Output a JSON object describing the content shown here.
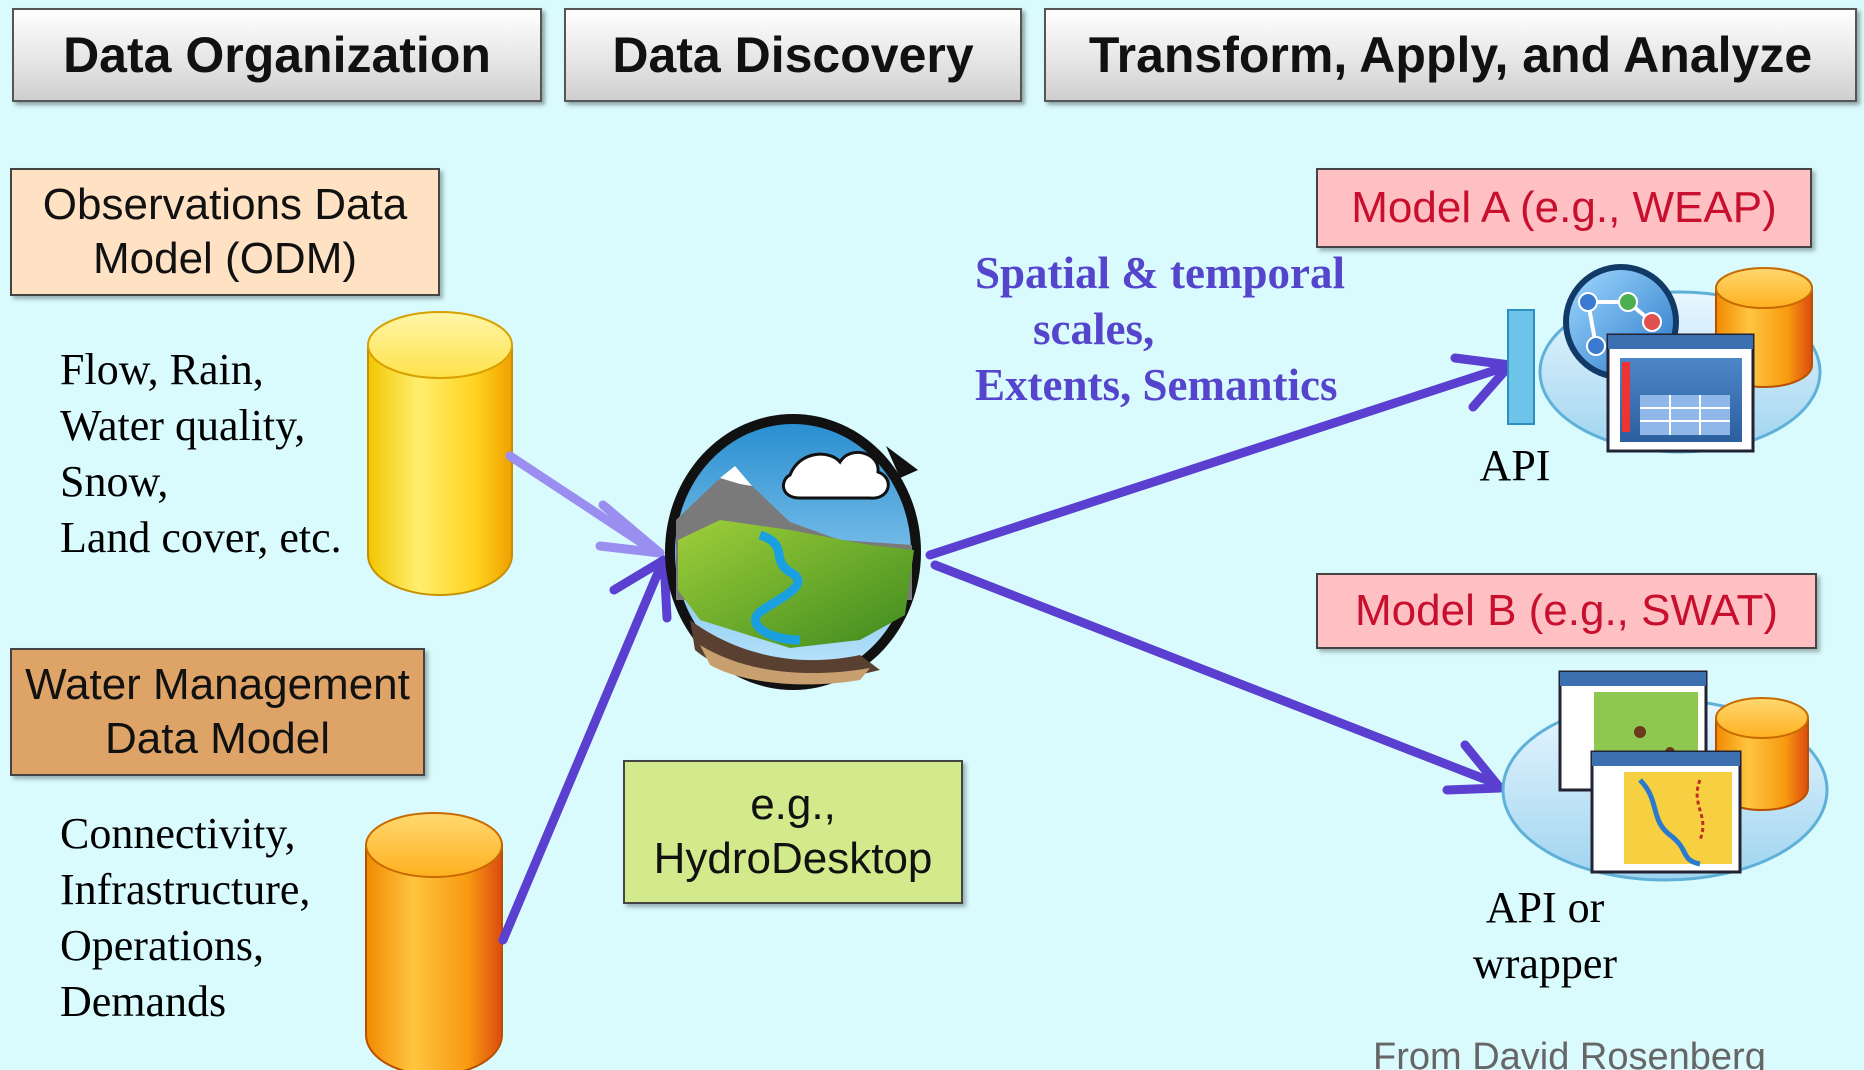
{
  "headers": {
    "organization": "Data Organization",
    "discovery": "Data Discovery",
    "transform": "Transform, Apply, and Analyze"
  },
  "odm": {
    "line1": "Observations Data",
    "line2": "Model (ODM)",
    "items": [
      "Flow, Rain,",
      "Water quality,",
      "Snow,",
      "Land cover, etc."
    ]
  },
  "wmdm": {
    "line1": "Water Management",
    "line2": "Data Model",
    "items": [
      "Connectivity,",
      "Infrastructure,",
      "Operations,",
      "Demands"
    ]
  },
  "tool": {
    "line1": "e.g.,",
    "line2": "HydroDesktop"
  },
  "scales": {
    "line1": "Spatial & temporal",
    "line2": "scales,",
    "line3": "Extents,  Semantics"
  },
  "model_a": {
    "label": "Model A  (e.g., WEAP)",
    "api": "API"
  },
  "model_b": {
    "label": "Model B  (e.g., SWAT)",
    "api_line1": "API or",
    "api_line2": "wrapper"
  },
  "credit": "From David Rosenberg",
  "colors": {
    "background": "#d9fbfd",
    "odm_box": "#ffe2c4",
    "wmdm_box": "#dea366",
    "tool_box": "#d2ea8c",
    "model_box": "#ffc0c4",
    "model_text": "#c8102e",
    "arrow": "#5a3fd0",
    "arrow_light": "#9a8ef0"
  }
}
